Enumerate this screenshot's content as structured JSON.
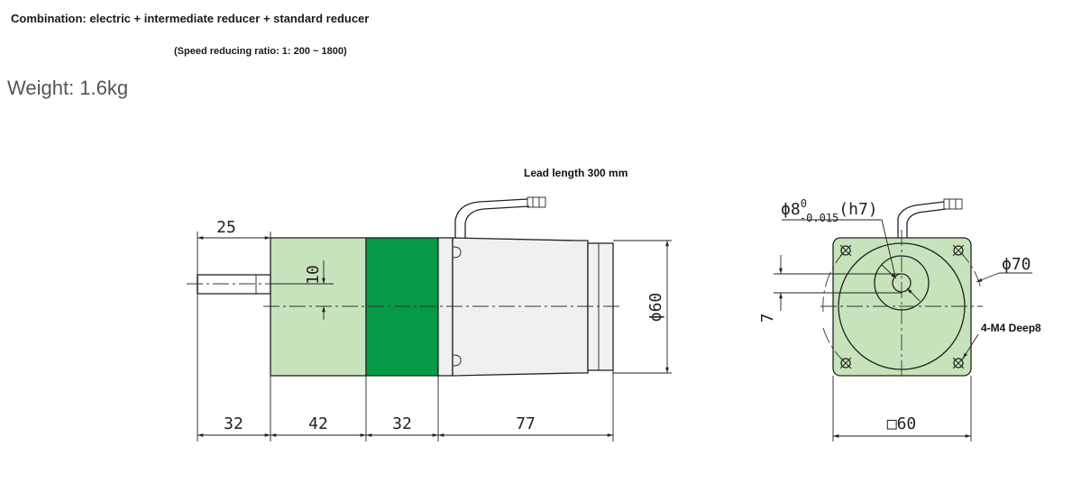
{
  "header": {
    "combination": "Combination: electric + intermediate reducer + standard reducer",
    "ratio": "(Speed reducing ratio: 1: 200 ~ 1800)",
    "weight": "Weight: 1.6kg"
  },
  "side_view": {
    "lead_label": "Lead length 300 mm",
    "shaft_len": "25",
    "key_dim": "10",
    "dia": "ϕ60",
    "seg1": "32",
    "seg2": "42",
    "seg3": "32",
    "seg4": "77"
  },
  "front_view": {
    "shaft_dia": "ϕ8",
    "tol_upper": "0",
    "tol_lower": "-0.015",
    "fit": "(h7)",
    "pcd": "ϕ70",
    "holes": "4-M4 Deep8",
    "offset": "7",
    "square": "□60"
  },
  "colors": {
    "light_green": "#c6e3bb",
    "dark_green": "#049a47",
    "motor_body": "#f0f0f0"
  }
}
